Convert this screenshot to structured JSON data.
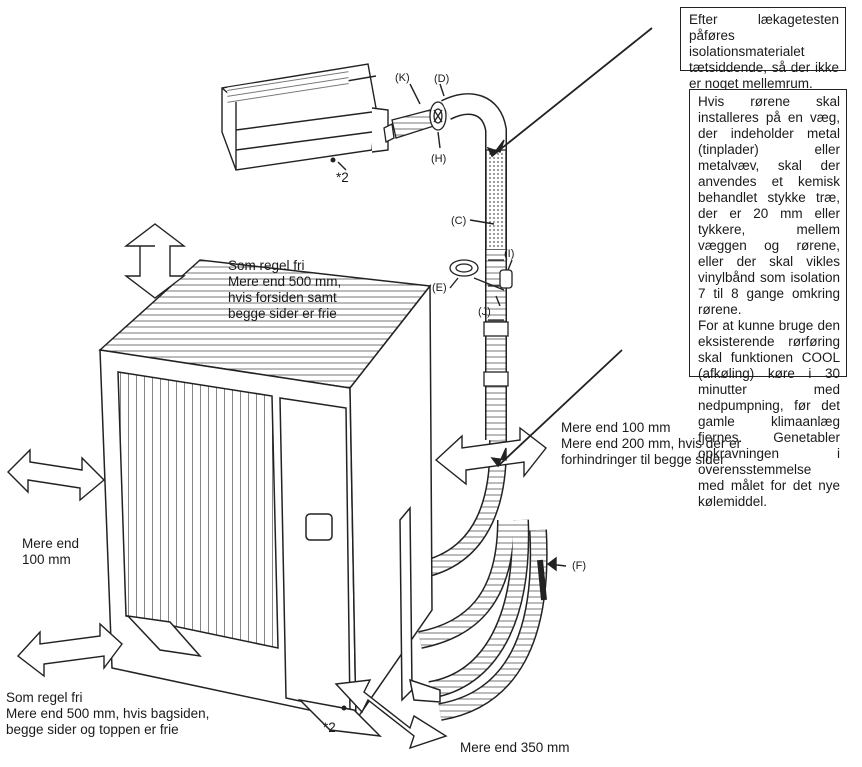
{
  "notes": {
    "insulation": "Efter lækagetesten påføres isolationsmaterialet tætsiddende, så der ikke er noget mellemrum.",
    "wall_piping": "Hvis rørene skal installeres på en væg, der indeholder metal (tinplader) eller metalvæv, skal der anvendes et kemisk behandlet stykke træ, der er 20 mm eller tykkere, mellem væggen og rørene, eller der skal vikles vinylbånd som isolation 7 til 8 gange omkring rørene.\nFor at kunne bruge den eksisterende rørføring skal funktionen COOL (afkøling) køre i 30 minutter med nedpumpning, før det gamle klimaanlæg fjernes. Genetabler opkravningen i overensstemmelse med målet for det nye kølemiddel."
  },
  "clearances": {
    "top": [
      "Som regel fri",
      "Mere end 500 mm,",
      "hvis forsiden samt",
      "begge sider er frie"
    ],
    "right": [
      "Mere end 100 mm",
      "Mere end 200 mm, hvis der er",
      "forhindringer til begge sider"
    ],
    "left": [
      "Mere end",
      "100 mm"
    ],
    "back": [
      "Som regel fri",
      "Mere end 500 mm, hvis bagsiden,",
      "begge sider og toppen er frie"
    ],
    "front": "Mere end 350 mm"
  },
  "part_labels": {
    "K": "(K)",
    "D": "(D)",
    "H": "(H)",
    "C": "(C)",
    "I": "(I)",
    "E": "(E)",
    "J": "(J)",
    "F": "(F)"
  },
  "footnote_marks": {
    "indoor": "*2",
    "outdoor": "*2"
  }
}
